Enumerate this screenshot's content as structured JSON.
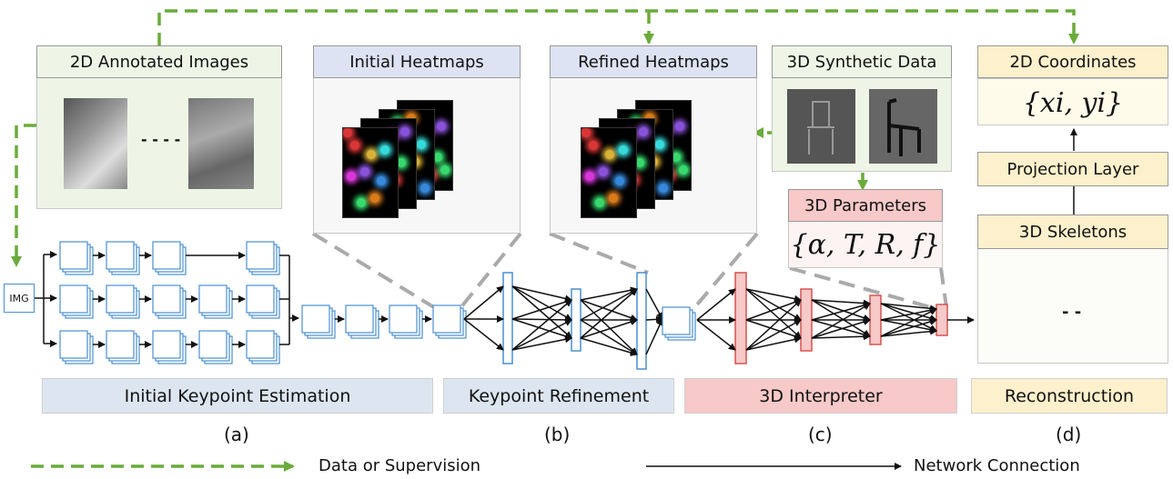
{
  "labels": {
    "annotated_images": "2D Annotated Images",
    "initial_heatmaps": "Initial Heatmaps",
    "refined_heatmaps": "Refined Heatmaps",
    "synthetic_data": "3D Synthetic Data",
    "coordinates": "2D Coordinates",
    "coordinates_formula": "{xi, yi}",
    "projection_layer": "Projection Layer",
    "parameters": "3D Parameters",
    "parameters_formula": "{α, T, R, f}",
    "skeletons": "3D Skeletons",
    "img": "IMG",
    "ellipsis": "- - - -",
    "skeleton_sep": "- -"
  },
  "sections": [
    {
      "label": "Initial Keypoint Estimation",
      "letter": "(a)"
    },
    {
      "label": "Keypoint Refinement",
      "letter": "(b)"
    },
    {
      "label": "3D Interpreter",
      "letter": "(c)"
    },
    {
      "label": "Reconstruction",
      "letter": "(d)"
    }
  ],
  "legend": {
    "supervision": "Data or Supervision",
    "network": "Network Connection"
  },
  "colors": {
    "green_fill": "#eef5e6",
    "blue_fill": "#dde3f2",
    "yellow_fill": "#fdf0cc",
    "red_fill": "#f7c9c9",
    "green_line": "#6aab3a",
    "blue_box": "#4a8fd0",
    "red_box": "#d9534f"
  }
}
